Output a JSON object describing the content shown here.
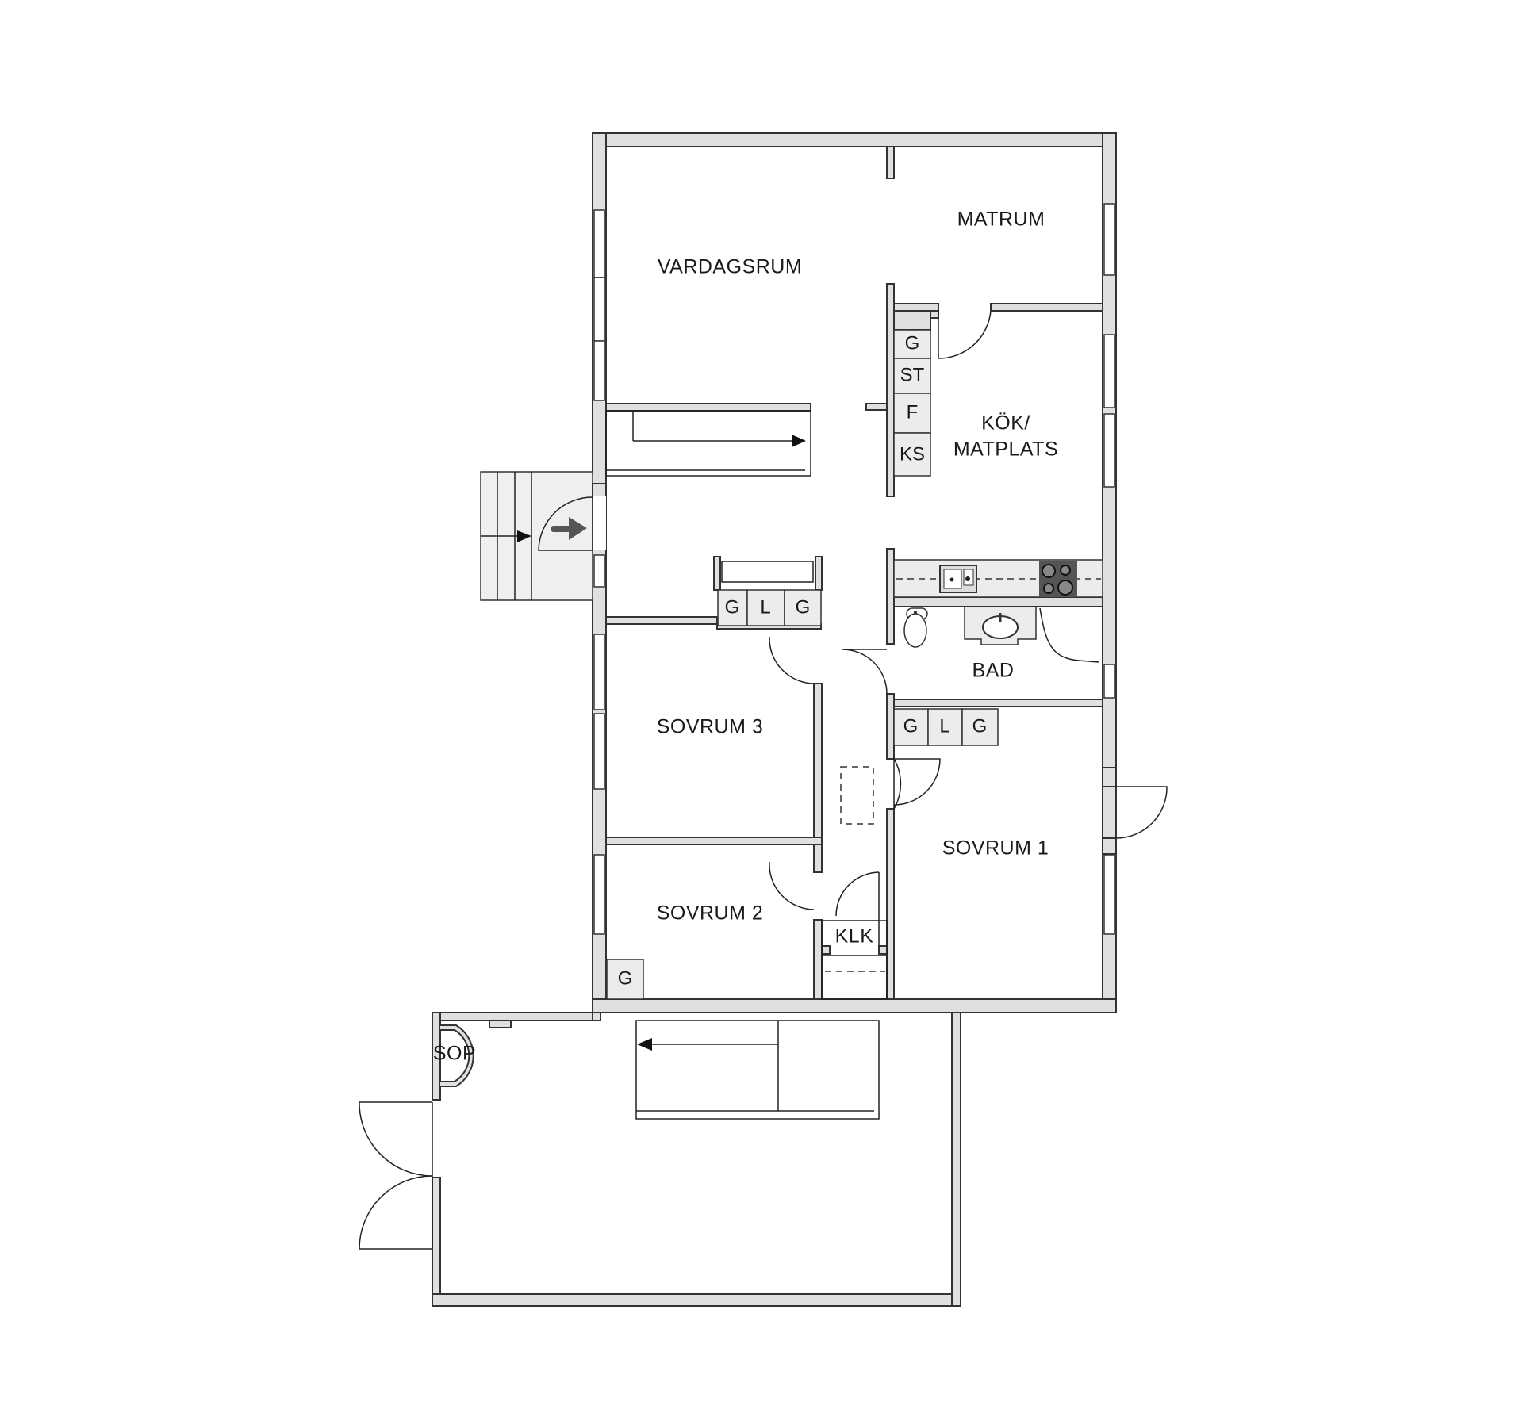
{
  "plan": {
    "rooms": {
      "vardagsrum": "VARDAGSRUM",
      "matrum": "MATRUM",
      "kok_line1": "KÖK/",
      "kok_line2": "MATPLATS",
      "bad": "BAD",
      "sovrum1": "SOVRUM 1",
      "sovrum2": "SOVRUM 2",
      "sovrum3": "SOVRUM 3",
      "klk": "KLK",
      "sop": "SOP"
    },
    "kitchen_storage": [
      "G",
      "ST",
      "F",
      "KS"
    ],
    "hall_closets": [
      "G",
      "L",
      "G"
    ],
    "sovrum1_closets": [
      "G",
      "L",
      "G"
    ],
    "sovrum2_closet": "G",
    "colors": {
      "wall_fill": "#e0e0e0",
      "wall_stroke": "#333333",
      "cabinet_fill": "#ececec",
      "stove": "#555555",
      "entry_arrow": "#555555"
    },
    "icons": [
      "entry-arrow-icon",
      "stair-direction-arrow-icon",
      "sink-icon",
      "stove-icon",
      "toilet-icon",
      "washbasin-icon"
    ]
  }
}
